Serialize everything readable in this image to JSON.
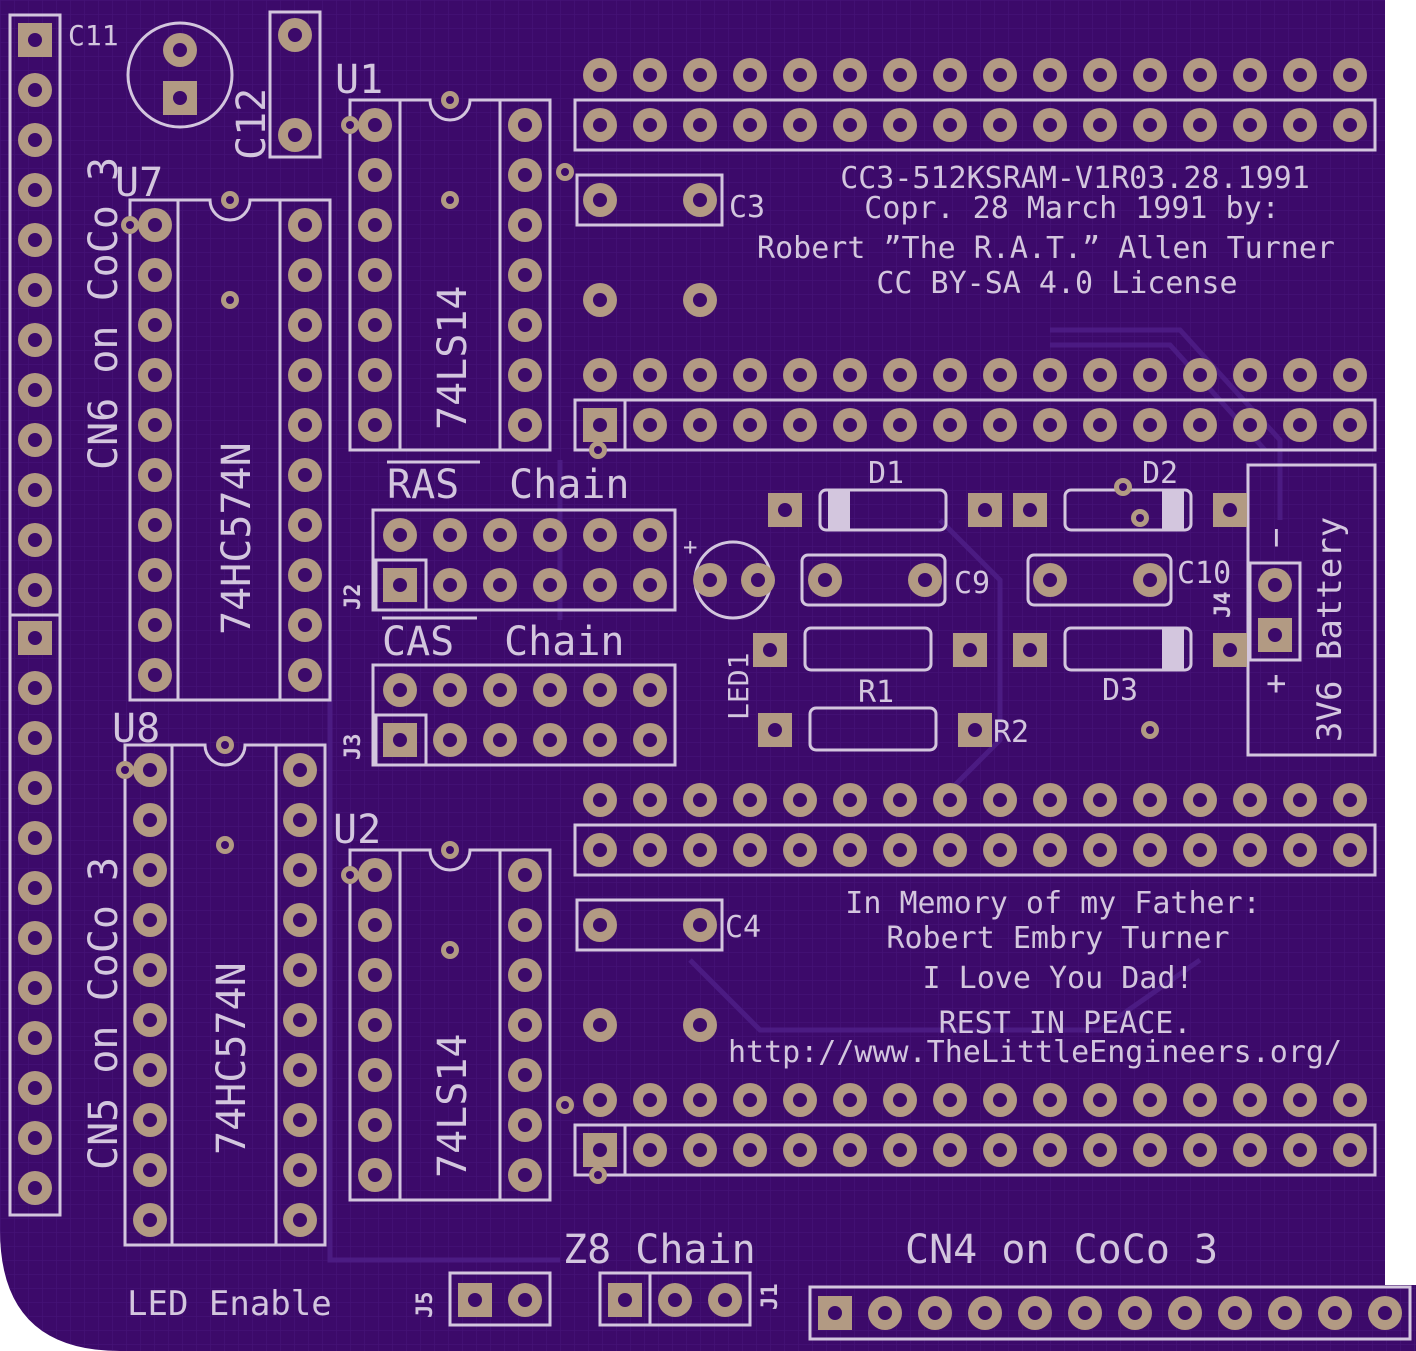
{
  "colors": {
    "board": "#3c0a6a",
    "copper_trace": "#4a1a80",
    "silkscreen": "#d3c6de",
    "pad": "#b29a83",
    "hole": "#3c0a6a"
  },
  "header": {
    "line1": "CC3-512KSRAM-V1R03.28.1991",
    "line2": "Copr. 28 March 1991 by:",
    "line3": "Robert ”The R.A.T.” Allen Turner",
    "line4": "CC BY-SA 4.0 License"
  },
  "memorial": {
    "line1": "In Memory of my Father:",
    "line2": "Robert Embry Turner",
    "line3": "I Love You Dad!",
    "line4": "REST IN PEACE.",
    "url": "http://www.TheLittleEngineers.org/"
  },
  "connectors": {
    "cn6": "CN6 on CoCo 3",
    "cn5": "CN5 on CoCo 3",
    "cn4": "CN4 on CoCo 3",
    "ras_prefix": "RAS",
    "ras_suffix": " Chain",
    "cas_prefix": "CAS",
    "cas_suffix": " Chain",
    "z8": "Z8 Chain",
    "led_enable": "LED Enable",
    "battery": "3V6 Battery",
    "battery_plus": "+",
    "battery_minus": "−",
    "led_plus": "+"
  },
  "refdes": {
    "u1": "U1",
    "u2": "U2",
    "u7": "U7",
    "u8": "U8",
    "c3": "C3",
    "c4": "C4",
    "c9": "C9",
    "c10": "C10",
    "c11": "C11",
    "c12": "C12",
    "d1": "D1",
    "d2": "D2",
    "d3": "D3",
    "r1": "R1",
    "r2": "R2",
    "led1": "LED1",
    "j1": "J1",
    "j2": "J2",
    "j3": "J3",
    "j4": "J4",
    "j5": "J5"
  },
  "chips": {
    "u1_part": "74LS14",
    "u2_part": "74LS14",
    "u7_part": "74HC574N",
    "u8_part": "74HC574N"
  }
}
